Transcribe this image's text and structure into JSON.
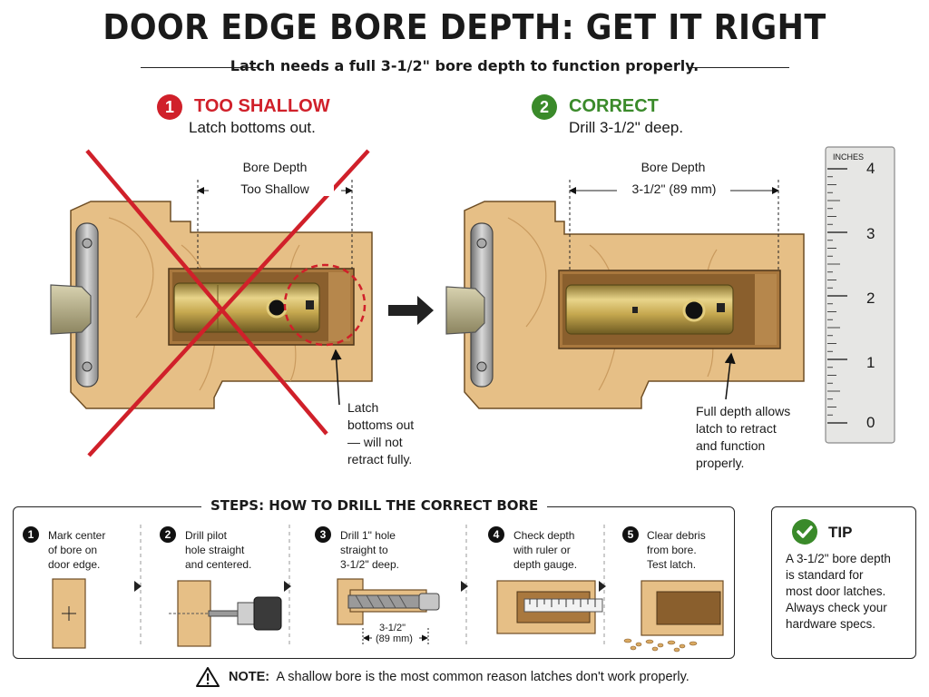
{
  "header": {
    "title": "DOOR EDGE BORE DEPTH: GET IT RIGHT",
    "subtitle": "Latch needs a full 3-1/2\" bore depth to function properly."
  },
  "panel_wrong": {
    "number": "1",
    "heading": "TOO SHALLOW",
    "subheading": "Latch bottoms out.",
    "dim_label_line1": "Bore Depth",
    "dim_label_line2": "Too Shallow",
    "callout": [
      "Latch",
      "bottoms out",
      "— will not",
      "retract fully."
    ]
  },
  "panel_correct": {
    "number": "2",
    "heading": "CORRECT",
    "subheading": "Drill 3-1/2\" deep.",
    "dim_label_line1": "Bore Depth",
    "dim_label_line2": "3-1/2\" (89 mm)",
    "callout": [
      "Full depth allows",
      "latch to retract",
      "and function",
      "properly."
    ]
  },
  "ruler": {
    "unit_label": "INCHES",
    "marks": [
      "4",
      "3",
      "2",
      "1",
      "0"
    ]
  },
  "steps": {
    "title": "STEPS: HOW TO DRILL THE CORRECT BORE",
    "items": [
      {
        "number": "1",
        "lines": [
          "Mark center",
          "of bore on",
          "door edge."
        ]
      },
      {
        "number": "2",
        "lines": [
          "Drill pilot",
          "hole straight",
          "and centered."
        ]
      },
      {
        "number": "3",
        "lines": [
          "Drill 1\" hole",
          "straight to",
          "3-1/2\" deep."
        ]
      },
      {
        "number": "4",
        "lines": [
          "Check depth",
          "with ruler or",
          "depth gauge."
        ]
      },
      {
        "number": "5",
        "lines": [
          "Clear debris",
          "from bore.",
          "Test latch."
        ]
      }
    ],
    "step3_dim_line1": "3-1/2\"",
    "step3_dim_line2": "(89 mm)"
  },
  "tip": {
    "title": "TIP",
    "lines": [
      "A 3-1/2\" bore depth",
      "is standard for",
      "most door latches.",
      "Always check your",
      "hardware specs."
    ]
  },
  "note": {
    "label": "NOTE:",
    "text": "A shallow bore is the most common reason latches don't work properly."
  },
  "colors": {
    "wrong": "#d0202a",
    "correct": "#3a8a2a",
    "wood": "#e6bf86",
    "wood_dark": "#c99a5e",
    "brass": "#c9ad55"
  }
}
